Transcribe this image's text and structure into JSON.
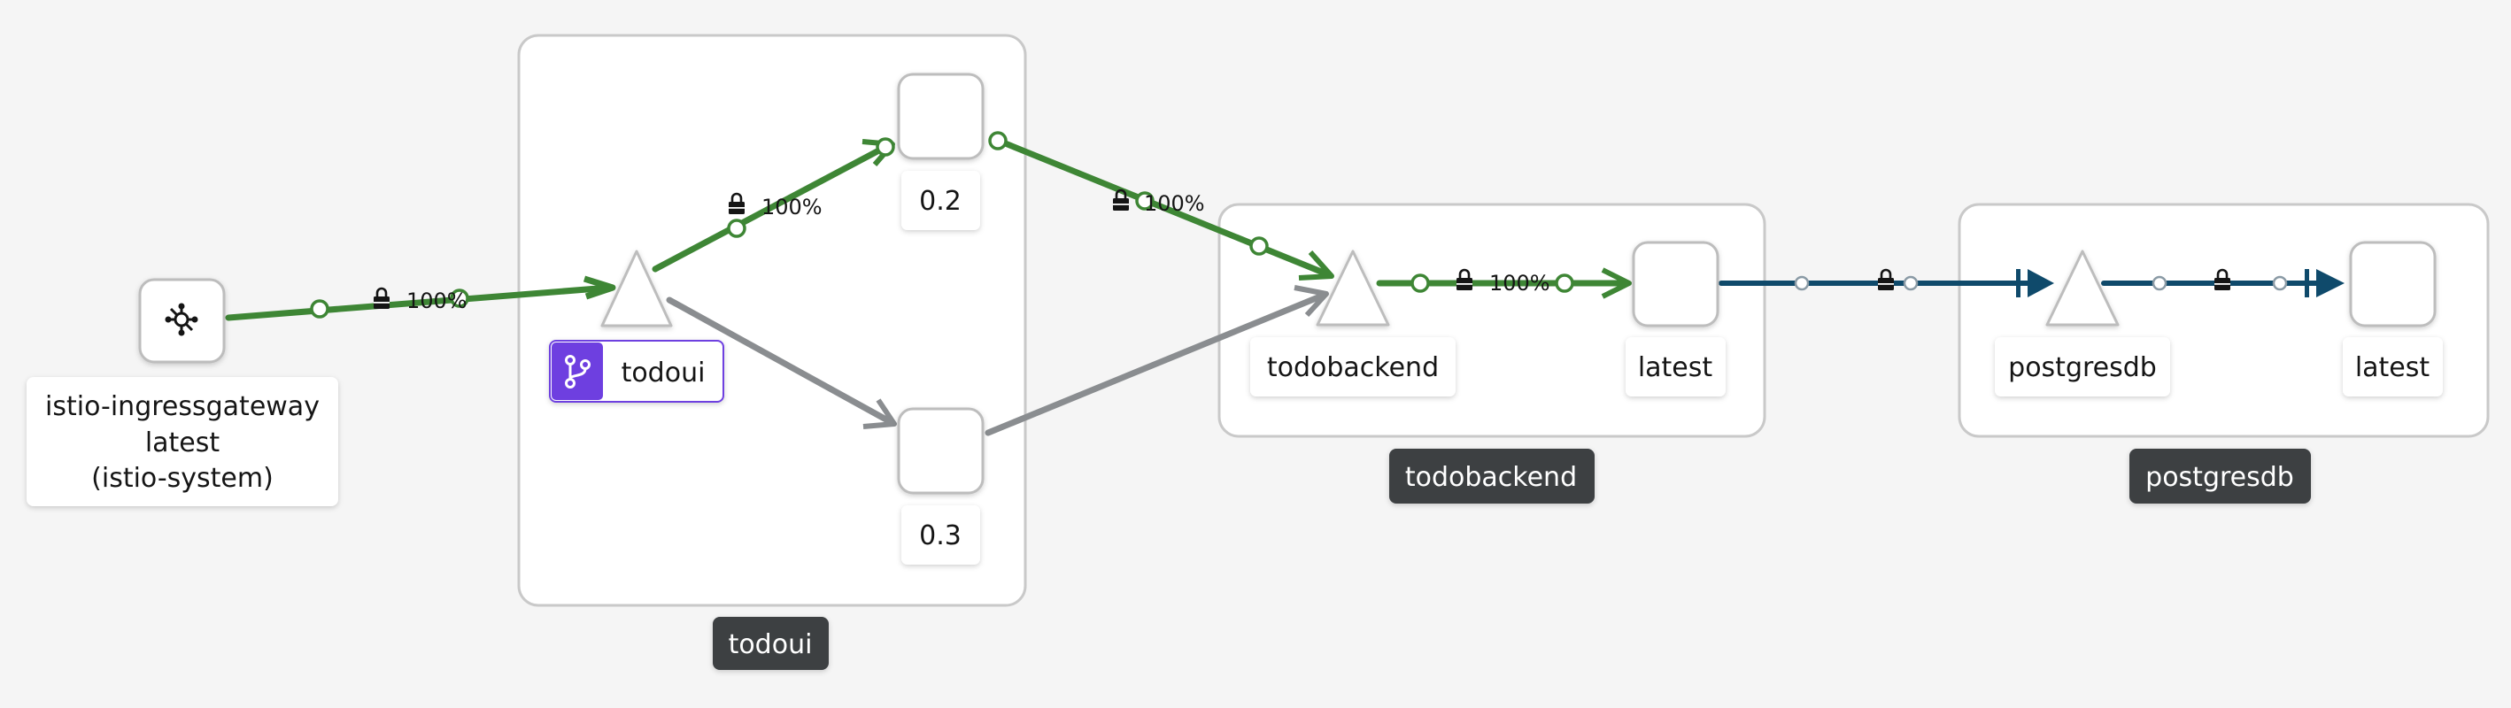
{
  "nodes": {
    "ingress": {
      "line1": "istio-ingressgateway",
      "line2": "latest",
      "line3": "(istio-system)",
      "icon": "ingress-gateway-icon"
    },
    "todoui_service": "todoui",
    "todoui_v02": "0.2",
    "todoui_v03": "0.3",
    "todobackend_service": "todobackend",
    "todobackend_latest": "latest",
    "postgresdb_service": "postgresdb",
    "postgresdb_latest": "latest"
  },
  "groups": {
    "todoui": "todoui",
    "todobackend": "todobackend",
    "postgresdb": "postgresdb"
  },
  "edges": {
    "ingress_to_todoui": "100%",
    "todoui_to_v02": "100%",
    "v02_to_todobackend": "100%",
    "todobackend_to_latest": "100%"
  },
  "icons": {
    "lock": "lock-icon",
    "virtual_service": "branch-icon"
  },
  "colors": {
    "healthy_edge": "#3e8635",
    "idle_edge": "#8a8d90",
    "tcp_edge": "#0f4a6b",
    "virtual_service_badge": "#6e3fe0",
    "group_label_bg": "#3c3f42"
  }
}
